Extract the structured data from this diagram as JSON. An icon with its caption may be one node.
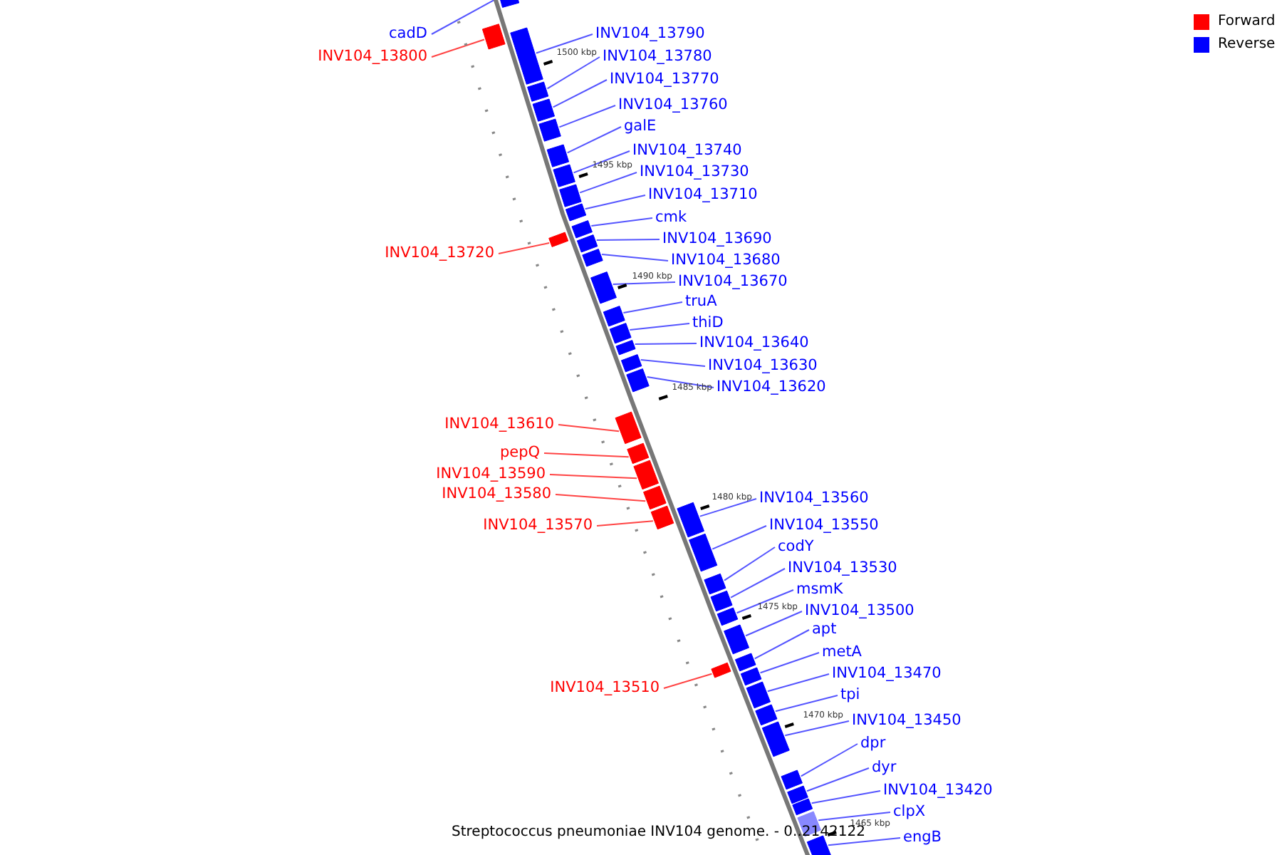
{
  "diagram": {
    "caption": "Streptococcus pneumoniae INV104 genome. - 0..2142122",
    "nodes": [
      {
        "text": [
          "cadD"
        ]
      },
      {
        "text": [],
        "shape": "box"
      },
      {
        "text": [
          "INV104_13790"
        ]
      },
      {
        "text": [],
        "shape": "box"
      },
      {
        "text": [
          "INV104_13800"
        ]
      },
      {
        "text": [],
        "shape": "box"
      },
      {
        "text": [
          "INV104_13780"
        ]
      },
      {
        "text": [],
        "shape": "box"
      },
      {
        "text": [
          "INV104_13770"
        ]
      },
      {
        "text": [],
        "shape": "box"
      },
      {
        "text": [
          "INV104_13760"
        ]
      },
      {
        "text": [],
        "shape": "box"
      },
      {
        "text": [
          "galE"
        ]
      },
      {
        "text": [],
        "shape": "box"
      },
      {
        "text": [
          "INV104_13740"
        ]
      },
      {
        "text": [],
        "shape": "box"
      },
      {
        "text": [
          "INV104_13730"
        ]
      },
      {
        "text": [],
        "shape": "box"
      },
      {
        "text": [
          "INV104_13710"
        ]
      },
      {
        "text": [],
        "shape": "box"
      },
      {
        "text": [
          "cmk"
        ]
      },
      {
        "text": [],
        "shape": "box"
      },
      {
        "text": [
          "INV104_13690"
        ]
      },
      {
        "text": [],
        "shape": "box"
      },
      {
        "text": [
          "INV104_13720"
        ]
      },
      {
        "text": [],
        "shape": "box"
      },
      {
        "text": [
          "INV104_13680"
        ]
      },
      {
        "text": [],
        "shape": "box"
      },
      {
        "text": [
          "INV104_13670"
        ]
      },
      {
        "text": [],
        "shape": "box"
      },
      {
        "text": [
          "truA"
        ]
      },
      {
        "text": [],
        "shape": "box"
      },
      {
        "text": [
          "thiD"
        ]
      },
      {
        "text": [],
        "shape": "box"
      },
      {
        "text": [
          "INV104_13640"
        ]
      },
      {
        "text": [],
        "shape": "box"
      },
      {
        "text": [
          "INV104_13630"
        ]
      },
      {
        "text": [],
        "shape": "box"
      },
      {
        "text": [
          "INV104_13620"
        ]
      },
      {
        "text": [],
        "shape": "box"
      },
      {
        "text": [
          "INV104_13610"
        ]
      },
      {
        "text": [],
        "shape": "box"
      },
      {
        "text": [
          "pepQ"
        ]
      },
      {
        "text": [],
        "shape": "box"
      },
      {
        "text": [
          "INV104_13590"
        ]
      },
      {
        "text": [],
        "shape": "box"
      },
      {
        "text": [
          "INV104_13580"
        ]
      },
      {
        "text": [],
        "shape": "box"
      },
      {
        "text": [
          "INV104_13560"
        ]
      },
      {
        "text": [],
        "shape": "box"
      },
      {
        "text": [
          "INV104_13570"
        ]
      },
      {
        "text": [],
        "shape": "box"
      },
      {
        "text": [
          "INV104_13550"
        ]
      },
      {
        "text": [],
        "shape": "box"
      },
      {
        "text": [
          "codY"
        ]
      },
      {
        "text": [],
        "shape": "box"
      },
      {
        "text": [
          "INV104_13530"
        ]
      },
      {
        "text": [],
        "shape": "box"
      },
      {
        "text": [
          "msmK"
        ]
      },
      {
        "text": [],
        "shape": "box"
      },
      {
        "text": [
          "INV104_13500"
        ]
      },
      {
        "text": [],
        "shape": "box"
      },
      {
        "text": [
          "apt"
        ]
      },
      {
        "text": [],
        "shape": "box"
      },
      {
        "text": [
          "metA"
        ]
      },
      {
        "text": [],
        "shape": "box"
      },
      {
        "text": [
          "INV104_13470"
        ]
      },
      {
        "text": [],
        "shape": "box"
      },
      {
        "text": [
          "INV104_13510"
        ]
      },
      {
        "text": [],
        "shape": "box"
      },
      {
        "text": [
          "tpi"
        ]
      },
      {
        "text": [],
        "shape": "box"
      },
      {
        "text": [
          "INV104_13450"
        ]
      },
      {
        "text": [],
        "shape": "box"
      },
      {
        "text": [
          "dpr"
        ]
      },
      {
        "text": [],
        "shape": "box"
      },
      {
        "text": [
          "dyr"
        ]
      },
      {
        "text": [],
        "shape": "box"
      },
      {
        "text": [
          "INV104_13420"
        ]
      },
      {
        "text": [],
        "shape": "box"
      },
      {
        "text": [
          "clpX"
        ]
      },
      {
        "text": [],
        "shape": "box"
      },
      {
        "text": [
          "engB"
        ]
      },
      {
        "text": [],
        "shape": "box"
      }
    ],
    "edges": [
      {
        "from": 0,
        "to": 1,
        "arrow": "none"
      },
      {
        "from": 2,
        "to": 3,
        "arrow": "none"
      },
      {
        "from": 4,
        "to": 5,
        "arrow": "none",
        "color": "#ff4444"
      },
      {
        "from": 6,
        "to": 7,
        "arrow": "none"
      },
      {
        "from": 8,
        "to": 9,
        "arrow": "none"
      },
      {
        "from": 10,
        "to": 11,
        "arrow": "none"
      },
      {
        "from": 12,
        "to": 13,
        "arrow": "none"
      },
      {
        "from": 14,
        "to": 15,
        "arrow": "none"
      },
      {
        "from": 16,
        "to": 17,
        "arrow": "none"
      },
      {
        "from": 18,
        "to": 19,
        "arrow": "none"
      },
      {
        "from": 20,
        "to": 21,
        "arrow": "none"
      },
      {
        "from": 22,
        "to": 23,
        "arrow": "none"
      },
      {
        "from": 24,
        "to": 25,
        "arrow": "none",
        "color": "#ff4444"
      },
      {
        "from": 26,
        "to": 27,
        "arrow": "none"
      },
      {
        "from": 28,
        "to": 29,
        "arrow": "none"
      },
      {
        "from": 30,
        "to": 31,
        "arrow": "none"
      },
      {
        "from": 32,
        "to": 33,
        "arrow": "none"
      },
      {
        "from": 34,
        "to": 35,
        "arrow": "none"
      },
      {
        "from": 36,
        "to": 37,
        "arrow": "none"
      },
      {
        "from": 38,
        "to": 39,
        "arrow": "none"
      },
      {
        "from": 40,
        "to": 41,
        "arrow": "none",
        "color": "#ff4444"
      },
      {
        "from": 42,
        "to": 43,
        "arrow": "none",
        "color": "#ff4444"
      },
      {
        "from": 44,
        "to": 45,
        "arrow": "none",
        "color": "#ff4444"
      },
      {
        "from": 46,
        "to": 47,
        "arrow": "none",
        "color": "#ff4444"
      },
      {
        "from": 48,
        "to": 49,
        "arrow": "none"
      },
      {
        "from": 50,
        "to": 51,
        "arrow": "none",
        "color": "#ff4444"
      },
      {
        "from": 52,
        "to": 53,
        "arrow": "none"
      },
      {
        "from": 54,
        "to": 55,
        "arrow": "none"
      },
      {
        "from": 56,
        "to": 57,
        "arrow": "none"
      },
      {
        "from": 58,
        "to": 59,
        "arrow": "none"
      },
      {
        "from": 60,
        "to": 61,
        "arrow": "none"
      },
      {
        "from": 62,
        "to": 63,
        "arrow": "none"
      },
      {
        "from": 64,
        "to": 65,
        "arrow": "none"
      },
      {
        "from": 66,
        "to": 67,
        "arrow": "none"
      },
      {
        "from": 68,
        "to": 69,
        "arrow": "none",
        "color": "#ff4444"
      },
      {
        "from": 70,
        "to": 71,
        "arrow": "none"
      },
      {
        "from": 72,
        "to": 73,
        "arrow": "none"
      },
      {
        "from": 74,
        "to": 75,
        "arrow": "none"
      },
      {
        "from": 76,
        "to": 77,
        "arrow": "none"
      },
      {
        "from": 78,
        "to": 79,
        "arrow": "none"
      },
      {
        "from": 80,
        "to": 81,
        "arrow": "none"
      },
      {
        "from": 82,
        "to": 83,
        "arrow": "none"
      }
    ],
    "labels": [
      "1500 kbp",
      "1495 kbp",
      "1490 kbp",
      "1485 kbp",
      "1480 kbp",
      "1475 kbp",
      "1470 kbp",
      "1465 kbp"
    ],
    "legend": [
      {
        "text": "Forward",
        "color": "#ff0000"
      },
      {
        "text": "Reverse",
        "color": "#0000ff"
      }
    ]
  }
}
